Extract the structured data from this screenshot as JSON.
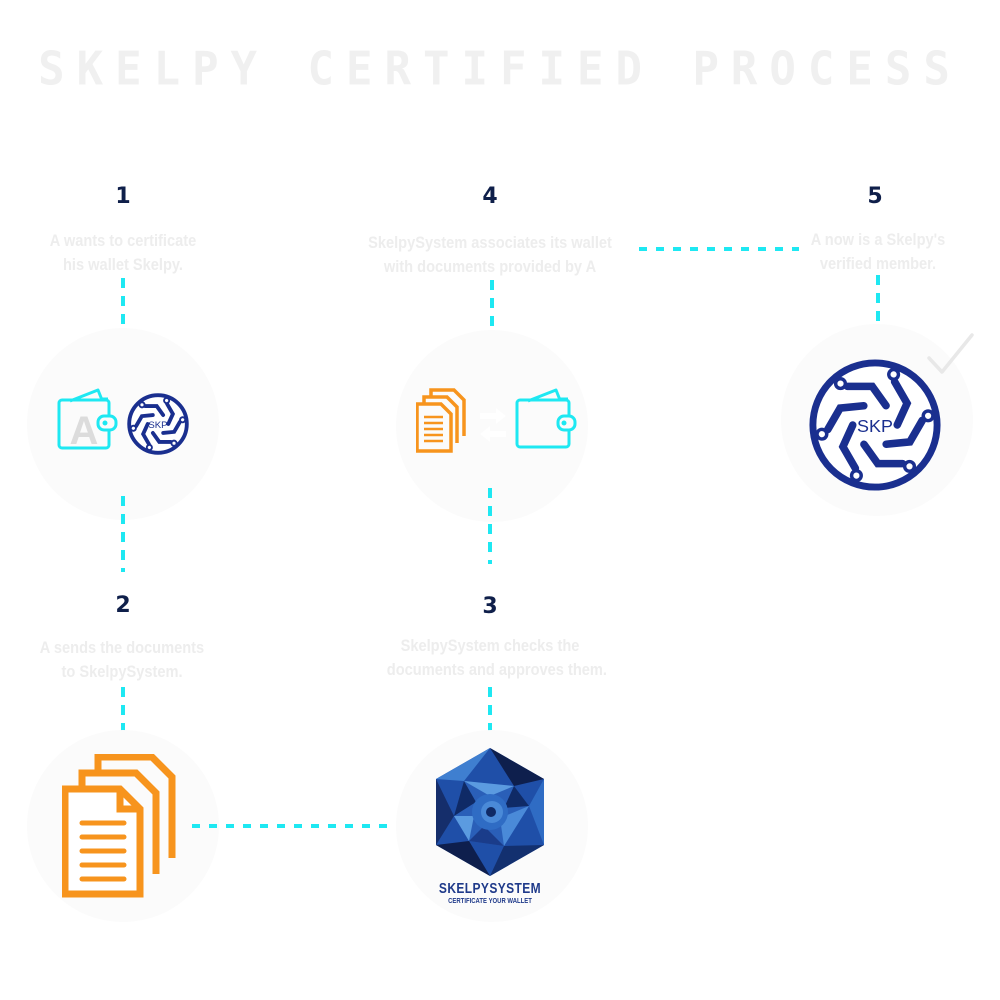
{
  "title": "SKELPY CERTIFIED PROCESS",
  "colors": {
    "accent_cyan": "#1ee8f2",
    "doc_orange": "#f7941d",
    "skp_blue": "#1a2f8f",
    "step_number": "#0f1f4a",
    "step_text": "#ededed",
    "title": "#f0f0f0"
  },
  "steps": [
    {
      "number": "1",
      "lines": [
        "A wants to certificate",
        "his wallet Skelpy."
      ],
      "icons": [
        "wallet-a-icon",
        "skp-logo-icon"
      ]
    },
    {
      "number": "2",
      "lines": [
        "A sends the documents",
        "to SkelpySystem."
      ],
      "icons": [
        "documents-icon"
      ]
    },
    {
      "number": "3",
      "lines": [
        "SkelpySystem checks the",
        "documents and approves them."
      ],
      "icons": [
        "skelpysystem-logo-icon"
      ]
    },
    {
      "number": "4",
      "lines": [
        "SkelpySystem associates its wallet",
        "with documents provided by A"
      ],
      "icons": [
        "documents-icon",
        "exchange-arrows-icon",
        "wallet-icon"
      ]
    },
    {
      "number": "5",
      "lines": [
        "A now is a Skelpy's",
        "verified member."
      ],
      "icons": [
        "skp-logo-icon",
        "checkmark-icon"
      ]
    }
  ],
  "logos": {
    "skp_small": "SKP",
    "skp_large": "SKP",
    "wallet_letter": "A",
    "skelpysystem_name": "SKELPYSYSTEM",
    "skelpysystem_tagline": "CERTIFICATE YOUR WALLET"
  }
}
